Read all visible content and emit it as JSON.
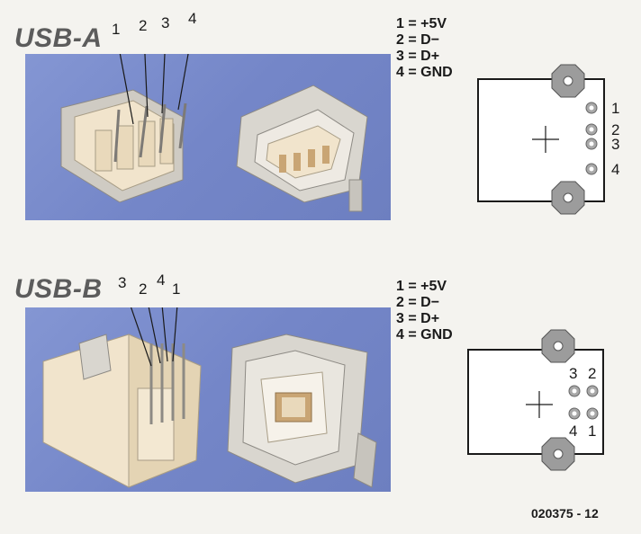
{
  "usb_a": {
    "title": "USB-A",
    "callouts": [
      "1",
      "2",
      "3",
      "4"
    ],
    "legend": [
      "1 = +5V",
      "2 = D−",
      "3 = D+",
      "4 = GND"
    ],
    "footprint_pins": [
      "1",
      "2",
      "3",
      "4"
    ]
  },
  "usb_b": {
    "title": "USB-B",
    "callouts": [
      "3",
      "2",
      "4",
      "1"
    ],
    "legend": [
      "1 = +5V",
      "2 = D−",
      "3 = D+",
      "4 = GND"
    ],
    "footprint_pins": [
      "3",
      "2",
      "4",
      "1"
    ]
  },
  "figure_code": "020375 - 12",
  "colors": {
    "photo_background": "#7486c8",
    "connector_metal": "#d9d6cf",
    "connector_plastic": "#f1e4cc"
  }
}
